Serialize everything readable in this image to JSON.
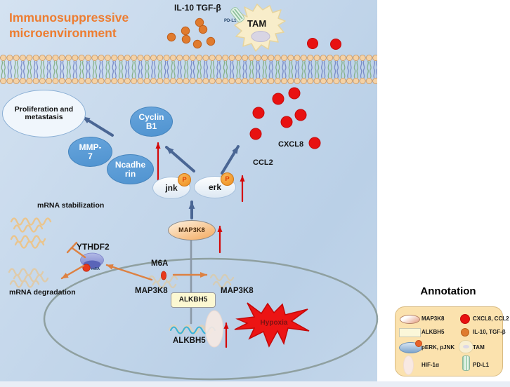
{
  "title": "Immunosuppressive microenvironment",
  "extracellular": {
    "cytokines_label": "IL-10 TGF-β",
    "tam_label": "TAM",
    "pdl1_label": "PD-L1",
    "cxcl8_label": "CXCL8",
    "ccl2_label": "CCL2"
  },
  "cell": {
    "proliferation": "Proliferation and metastasis",
    "cyclin_b1": "Cyclin B1",
    "mmp7": "MMP-7",
    "ncadherin": "Ncadherin",
    "jnk": "jnk",
    "erk": "erk",
    "phospho": "P",
    "map3k8": "MAP3K8",
    "mrna_stabilization": "mRNA stabilization",
    "ythdf2": "YTHDF2",
    "mrna_degradation": "mRNA degradation",
    "m6a_tag": "m6A"
  },
  "nucleus": {
    "m6a": "M6A",
    "map3k8_methylated": "MAP3K8",
    "map3k8_demethylated": "MAP3K8",
    "alkbh5_enzyme": "ALKBH5",
    "alkbh5_mrna": "ALKBH5",
    "hypoxia": "Hypoxia"
  },
  "legend": {
    "title": "Annotation",
    "left": [
      {
        "label": "MAP3K8"
      },
      {
        "label": "ALKBH5"
      },
      {
        "label": "pERK, pJNK"
      },
      {
        "label": "HIF-1α"
      }
    ],
    "right": [
      {
        "label": "CXCL8, CCL2"
      },
      {
        "label": "IL-10, TGF-β"
      },
      {
        "label": "TAM"
      },
      {
        "label": "PD-L1"
      }
    ]
  },
  "colors": {
    "accent_orange": "#ED7D31",
    "node_blue": "#5B9BD5",
    "signal_red": "#E01010",
    "cytokine_orange": "#E07B2E",
    "legend_bg": "#FBE2AE",
    "membrane_head": "#F4D2A6"
  }
}
